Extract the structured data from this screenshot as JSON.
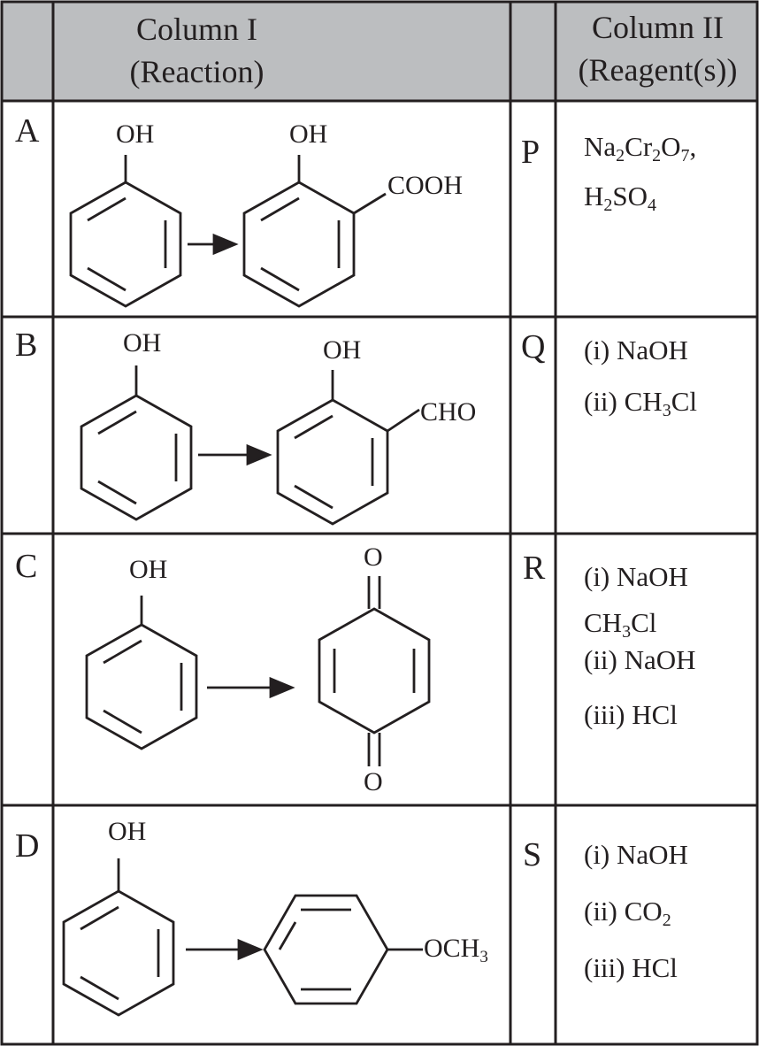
{
  "header": {
    "col1_line1": "Column I",
    "col1_line2": "(Reaction)",
    "col2_line1": "Column II",
    "col2_line2": "(Reagent(s))"
  },
  "colors": {
    "header_bg": "#bcbec0",
    "line": "#231f20",
    "text": "#231f20"
  },
  "rows": [
    {
      "letter": "A",
      "reactant_label": "OH",
      "product_top_label": "OH",
      "product_side_label": "COOH",
      "code": "P",
      "reagent_lines": [
        "Na|2|Cr|2|O|7|,",
        "H|2|SO|4"
      ]
    },
    {
      "letter": "B",
      "reactant_label": "OH",
      "product_top_label": "OH",
      "product_side_label": "CHO",
      "code": "Q",
      "reagent_lines": [
        "(i) NaOH",
        "(ii) CH|3|Cl"
      ]
    },
    {
      "letter": "C",
      "reactant_label": "OH",
      "product_top_label": "O",
      "product_bottom_label": "O",
      "code": "R",
      "reagent_lines": [
        "(i) NaOH",
        "CH|3|Cl",
        "(ii) NaOH",
        "(iii) HCl"
      ]
    },
    {
      "letter": "D",
      "reactant_label": "OH",
      "product_side_label": "OCH|3",
      "code": "S",
      "reagent_lines": [
        "(i) NaOH",
        "(ii) CO|2",
        "(iii) HCl"
      ]
    }
  ]
}
